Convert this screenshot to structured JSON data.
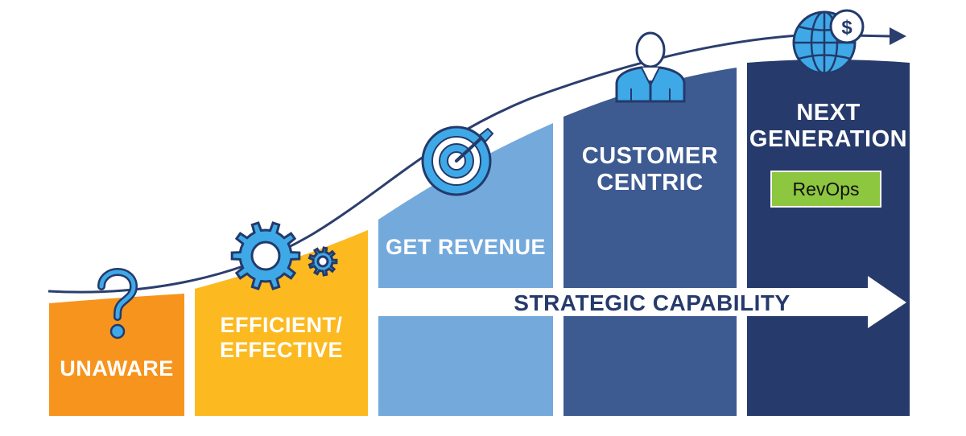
{
  "stages": [
    {
      "label": "UNAWARE",
      "color": "#f7941d"
    },
    {
      "label": "EFFICIENT/\nEFFECTIVE",
      "color": "#fcb920"
    },
    {
      "label": "GET REVENUE",
      "color": "#74a9dc"
    },
    {
      "label": "CUSTOMER\nCENTRIC",
      "color": "#3d5a91"
    },
    {
      "label": "NEXT\nGENERATION",
      "color": "#263a6b"
    }
  ],
  "badge": {
    "label": "RevOps",
    "color": "#8dc63f"
  },
  "arrow_label": "STRATEGIC CAPABILITY",
  "icons": [
    "question-mark-icon",
    "gears-icon",
    "target-icon",
    "person-icon",
    "globe-dollar-icon"
  ],
  "accent_icon_color": "#3fa9e8",
  "curve_color": "#2c3e6e"
}
